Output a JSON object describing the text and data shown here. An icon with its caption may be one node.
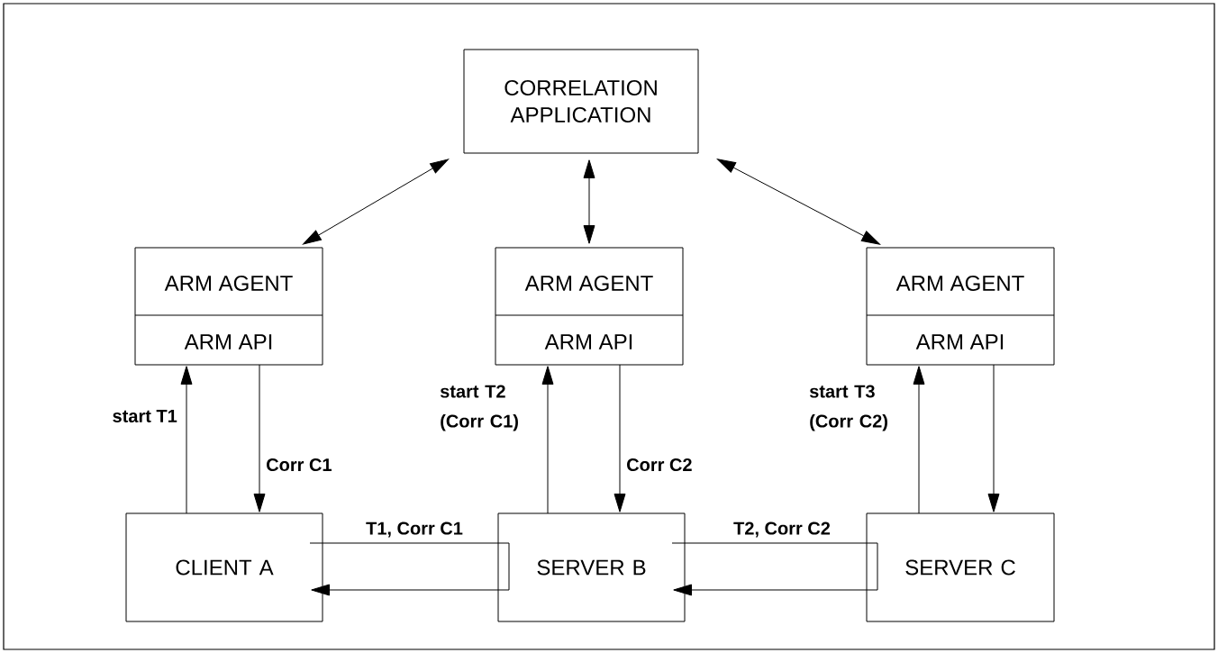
{
  "diagram": {
    "nodes": [
      {
        "text": [
          "CORRELATION APPLICATION"
        ]
      },
      {
        "text": [
          "ARM AGENT",
          "ARM API"
        ]
      },
      {
        "text": [
          "ARM AGENT",
          "ARM API"
        ]
      },
      {
        "text": [
          "ARM AGENT",
          "ARM API"
        ]
      },
      {
        "text": [
          "CLIENT A"
        ]
      },
      {
        "text": [
          "SERVER B"
        ]
      },
      {
        "text": [
          "SERVER C"
        ]
      }
    ],
    "edges": [
      {
        "from": 0,
        "to": 1,
        "arrow": "both"
      },
      {
        "from": 0,
        "to": 2,
        "arrow": "both"
      },
      {
        "from": 0,
        "to": 3,
        "arrow": "both"
      },
      {
        "from": 4,
        "to": 1,
        "arrow": "to",
        "label": "start T1"
      },
      {
        "from": 1,
        "to": 4,
        "arrow": "to",
        "label": "Corr C1"
      },
      {
        "from": 5,
        "to": 2,
        "arrow": "to",
        "label": "start T2 (Corr C1)"
      },
      {
        "from": 2,
        "to": 5,
        "arrow": "to",
        "label": "Corr C2"
      },
      {
        "from": 6,
        "to": 3,
        "arrow": "to",
        "label": "start T3 (Corr C2)"
      },
      {
        "from": 3,
        "to": 6,
        "arrow": "to"
      },
      {
        "from": 4,
        "to": 5,
        "arrow": "none",
        "label": "T1, Corr C1"
      },
      {
        "from": 5,
        "to": 4,
        "arrow": "to"
      },
      {
        "from": 5,
        "to": 6,
        "arrow": "none",
        "label": "T2, Corr C2"
      },
      {
        "from": 6,
        "to": 5,
        "arrow": "to"
      }
    ]
  }
}
